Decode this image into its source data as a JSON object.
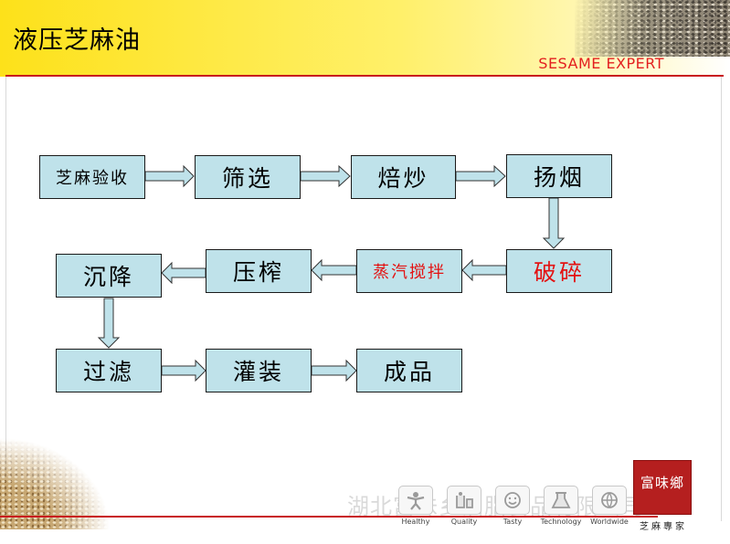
{
  "slide": {
    "title": "液压芝麻油",
    "brand": "SESAME EXPERT",
    "watermark": "湖北富味乡油脂食品有限公司"
  },
  "process": {
    "steps": [
      {
        "id": "s1",
        "label": "芝麻验收",
        "emphasis": false
      },
      {
        "id": "s2",
        "label": "筛选",
        "emphasis": false
      },
      {
        "id": "s3",
        "label": "焙炒",
        "emphasis": false
      },
      {
        "id": "s4",
        "label": "扬烟",
        "emphasis": false
      },
      {
        "id": "s5",
        "label": "破碎",
        "emphasis": true
      },
      {
        "id": "s6",
        "label": "蒸汽搅拌",
        "emphasis": true
      },
      {
        "id": "s7",
        "label": "压榨",
        "emphasis": false
      },
      {
        "id": "s8",
        "label": "沉降",
        "emphasis": false
      },
      {
        "id": "s9",
        "label": "过滤",
        "emphasis": false
      },
      {
        "id": "s10",
        "label": "灌装",
        "emphasis": false
      },
      {
        "id": "s11",
        "label": "成品",
        "emphasis": false
      }
    ],
    "flow": [
      [
        "s1",
        "s2"
      ],
      [
        "s2",
        "s3"
      ],
      [
        "s3",
        "s4"
      ],
      [
        "s4",
        "s5"
      ],
      [
        "s5",
        "s6"
      ],
      [
        "s6",
        "s7"
      ],
      [
        "s7",
        "s8"
      ],
      [
        "s8",
        "s9"
      ],
      [
        "s9",
        "s10"
      ],
      [
        "s10",
        "s11"
      ]
    ],
    "colors": {
      "box_fill": "#bfe2ea",
      "arrow_fill": "#bfe2ea",
      "emphasis_text": "#e31212"
    }
  },
  "footer": {
    "icons": [
      {
        "icon": "healthy-icon",
        "caption": "Healthy"
      },
      {
        "icon": "quality-icon",
        "caption": "Quality"
      },
      {
        "icon": "tasty-icon",
        "caption": "Tasty"
      },
      {
        "icon": "technology-icon",
        "caption": "Technology"
      },
      {
        "icon": "worldwide-icon",
        "caption": "Worldwide"
      }
    ],
    "logo_text": "富味鄉",
    "logo_caption": "芝麻專家"
  },
  "colors": {
    "header_yellow": "#fde11a",
    "accent_red": "#c8161d"
  }
}
